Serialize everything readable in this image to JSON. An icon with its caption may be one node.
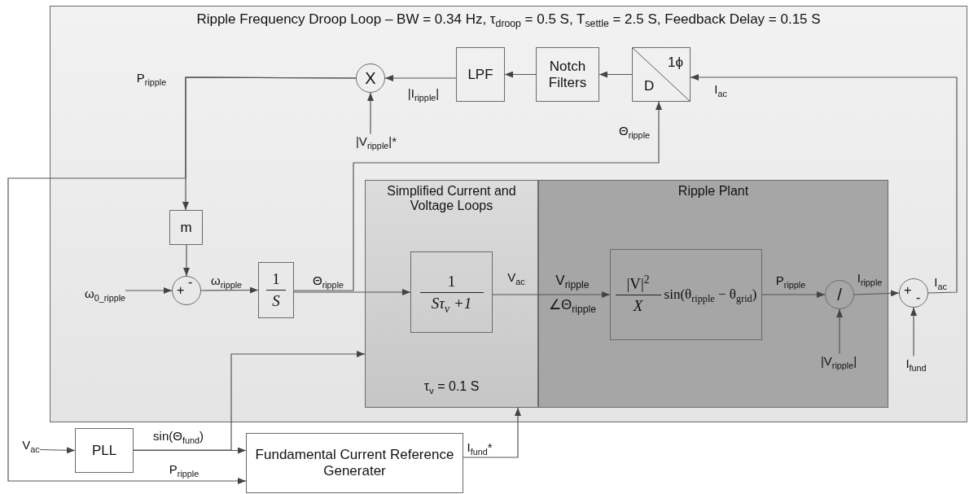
{
  "diagram": {
    "nodes": [
      {
        "text": [
          "Ripple Frequency Droop Loop – BW = 0.34 Hz, τ$_{droop}$ = 0.5 S, T$_{settle}$ = 2.5 S, Feedback Delay = 0.15 S"
        ]
      },
      {
        "text": [
          "X"
        ],
        "in": 0
      },
      {
        "text": [
          "LPF"
        ],
        "in": 0
      },
      {
        "text": [
          "Notch Filters"
        ],
        "in": 0
      },
      {
        "text": [
          "1ϕ",
          "D"
        ],
        "in": 0
      },
      {
        "text": [
          "m"
        ],
        "in": 0
      },
      {
        "text": [
          "-",
          "+"
        ],
        "in": 0
      },
      {
        "text": [
          "1",
          "S"
        ],
        "in": 0
      },
      {
        "text": [
          "Simplified Current and Voltage Loops",
          "τ$_{v}$ = 0.1 S"
        ],
        "in": 0
      },
      {
        "text": [
          "1",
          "Sτ$_{v}$ +1"
        ],
        "in": 8
      },
      {
        "text": [
          "Ripple Plant"
        ],
        "in": 0
      },
      {
        "text": [
          "|V|$^{2}$",
          "X",
          "sin(θ$_{ripple}$ − θ$_{grid}$)"
        ],
        "in": 10
      },
      {
        "text": [
          "/"
        ],
        "in": 10
      },
      {
        "text": [
          "+",
          "-"
        ],
        "in": 0
      },
      {
        "text": [
          "PLL"
        ]
      },
      {
        "text": [
          "Fundamental Current Reference Generater"
        ]
      },
      {
        "text": [
          "ω$_{0_ripple}$"
        ],
        "in": 0
      },
      {
        "text": [
          "|V$_{ripple}$|*"
        ],
        "in": 0
      },
      {
        "text": [
          "|V$_{ripple}$|"
        ],
        "in": 10
      },
      {
        "text": [
          "I$_{fund}$"
        ],
        "in": 0
      },
      {
        "text": [
          "V$_{ac}$"
        ]
      }
    ],
    "edges": [
      {
        "from": 16,
        "to": 6,
        "arrow": "to"
      },
      {
        "from": 5,
        "to": 6,
        "arrow": "to"
      },
      {
        "from": 6,
        "to": 7,
        "arrow": "to",
        "label": "ω$_{ripple}$"
      },
      {
        "from": 7,
        "to": 9,
        "arrow": "to",
        "label": "Θ$_{ripple}$"
      },
      {
        "from": 7,
        "to": 4,
        "arrow": "to",
        "label": "Θ$_{ripple}$"
      },
      {
        "from": 9,
        "to": 11,
        "arrow": "to",
        "label": "V$_{ac}$"
      },
      {
        "from": 11,
        "to": 12,
        "arrow": "to",
        "label": "P$_{ripple}$"
      },
      {
        "from": 18,
        "to": 12,
        "arrow": "to"
      },
      {
        "from": 12,
        "to": 13,
        "arrow": "to",
        "label": "I$_{ripple}$"
      },
      {
        "from": 19,
        "to": 13,
        "arrow": "to"
      },
      {
        "from": 13,
        "to": 4,
        "arrow": "to",
        "label": "I$_{ac}$"
      },
      {
        "from": 4,
        "to": 3,
        "arrow": "to"
      },
      {
        "from": 3,
        "to": 2,
        "arrow": "to"
      },
      {
        "from": 2,
        "to": 1,
        "arrow": "to",
        "label": "|I$_{ripple}$|"
      },
      {
        "from": 17,
        "to": 1,
        "arrow": "to"
      },
      {
        "from": 1,
        "to": 5,
        "arrow": "to",
        "label": "P$_{ripple}$"
      },
      {
        "from": 1,
        "to": 15,
        "arrow": "to",
        "label": "P$_{ripple}$"
      },
      {
        "from": 20,
        "to": 14,
        "arrow": "to"
      },
      {
        "from": 14,
        "to": 15,
        "arrow": "to",
        "label": "sin(Θ$_{fund}$)"
      },
      {
        "from": 14,
        "to": 8,
        "arrow": "to"
      },
      {
        "from": 15,
        "to": 8,
        "arrow": "to",
        "label": "I$_{fund}$*"
      }
    ],
    "labels": [
      "V$_{ripple}$ ∠Θ$_{ripple}$",
      "I$_{ac}$"
    ]
  }
}
